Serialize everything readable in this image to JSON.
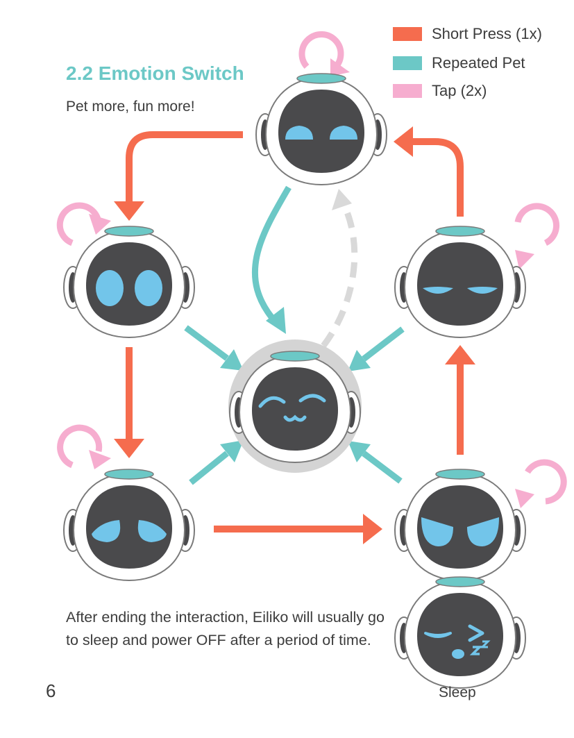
{
  "header": {
    "title": "2.2 Emotion Switch",
    "subtitle": "Pet more, fun more!"
  },
  "legend": {
    "items": [
      {
        "label": "Short Press (1x)",
        "color": "#F56C4E"
      },
      {
        "label": "Repeated Pet",
        "color": "#6CC8C6"
      },
      {
        "label": "Tap (2x)",
        "color": "#F6ADCF"
      }
    ]
  },
  "colors": {
    "short_press": "#F56C4E",
    "repeated_pet": "#6CC8C6",
    "tap": "#F6ADCF",
    "face": "#4A4A4C",
    "eye": "#72C5EA",
    "head_ring": "#D4D4D4",
    "return_arrow": "#D9D9D9"
  },
  "robots": [
    {
      "id": "robot-top",
      "expression": "content-eyes"
    },
    {
      "id": "robot-left-upper",
      "expression": "wide-eyes"
    },
    {
      "id": "robot-center",
      "expression": "happy-cat-face"
    },
    {
      "id": "robot-right-upper",
      "expression": "sleepy-eyes"
    },
    {
      "id": "robot-left-lower",
      "expression": "sad-eyes"
    },
    {
      "id": "robot-right-lower",
      "expression": "angry-eyes"
    },
    {
      "id": "robot-sleep",
      "expression": "asleep-zz"
    }
  ],
  "footer": {
    "text": "After ending the interaction, Eiliko will usually go to sleep and power OFF after a period of time.",
    "page_number": "6",
    "sleep_label": "Sleep"
  }
}
